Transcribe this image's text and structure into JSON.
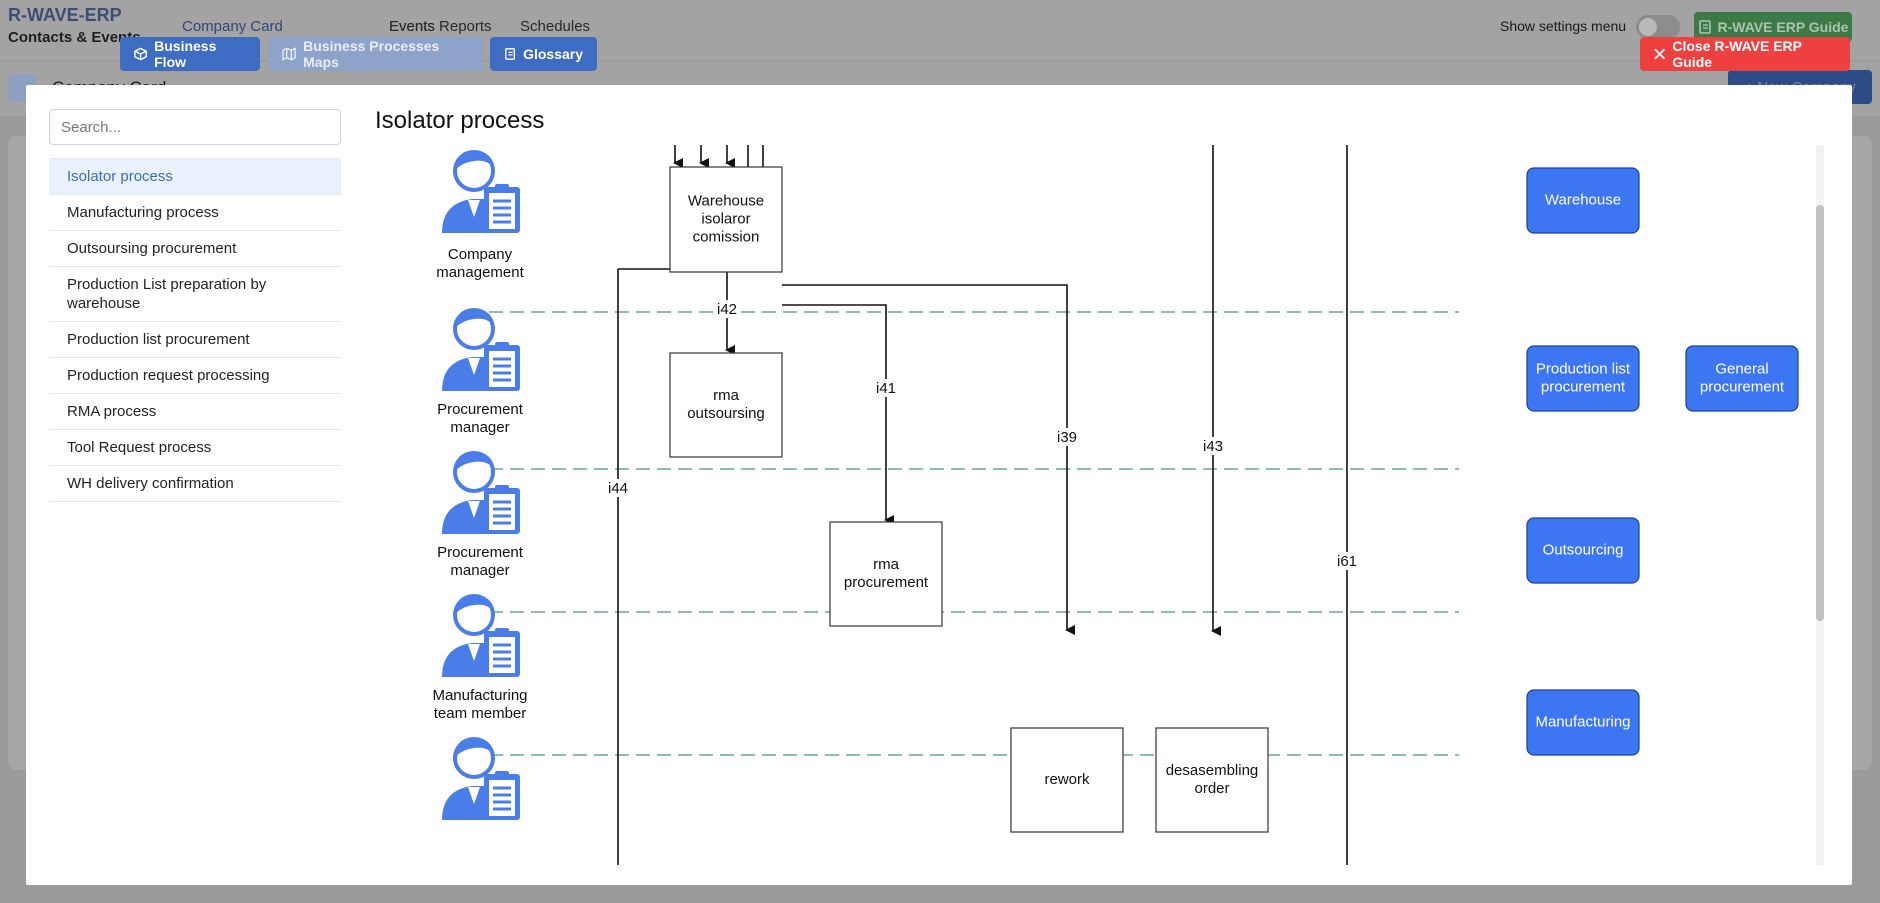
{
  "app": {
    "brand_title": "R-WAVE-ERP",
    "brand_subtitle": "Contacts & Events",
    "nav": [
      "Company Card",
      "Events",
      "Events Reports",
      "Schedules"
    ],
    "settings_label": "Show settings menu",
    "guide_button": "R-WAVE ERP Guide",
    "sub_title": "Company Card",
    "new_company_button": "+ New Company"
  },
  "toolbar": {
    "business_flow": "Business Flow",
    "process_maps": "Business Processes Maps",
    "glossary": "Glossary",
    "close_guide": "Close R-WAVE ERP Guide"
  },
  "sidebar": {
    "search_placeholder": "Search...",
    "items": [
      "Isolator process",
      "Manufacturing process",
      "Outsoursing procurement",
      "Production List preparation by warehouse",
      "Production list procurement",
      "Production request processing",
      "RMA process",
      "Tool Request process",
      "WH delivery confirmation"
    ],
    "active_index": 0
  },
  "diagram": {
    "title": "Isolator process",
    "roles": [
      "Company management",
      "Procurement manager",
      "Procurement manager",
      "Manufacturing team member"
    ],
    "boxes": [
      "Warehouse isolaror comission",
      "rma outsoursing",
      "rma procurement",
      "rework",
      "desasembling order"
    ],
    "flow_labels": [
      "i42",
      "i41",
      "i39",
      "i43",
      "i44",
      "i61"
    ],
    "departments": [
      "Warehouse",
      "Production list procurement",
      "General procurement",
      "Outsourcing",
      "Manufacturing"
    ],
    "colors": {
      "department_fill": "#3d76f2",
      "lane_divider": "#6aa39a",
      "actor_icon": "#4a7de8"
    }
  }
}
